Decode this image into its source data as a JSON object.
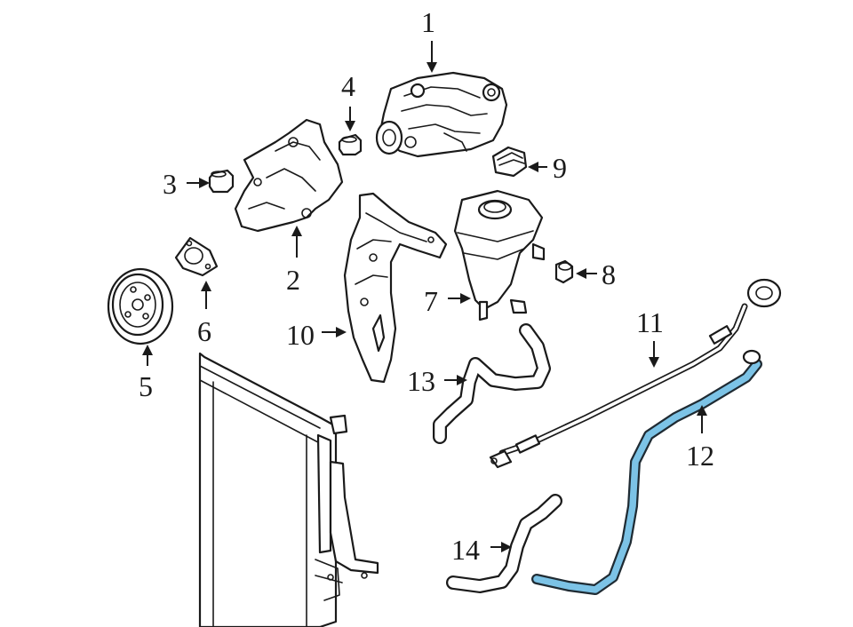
{
  "callouts": [
    {
      "id": "1",
      "label": "1"
    },
    {
      "id": "2",
      "label": "2"
    },
    {
      "id": "3",
      "label": "3"
    },
    {
      "id": "4",
      "label": "4"
    },
    {
      "id": "5",
      "label": "5"
    },
    {
      "id": "6",
      "label": "6"
    },
    {
      "id": "7",
      "label": "7"
    },
    {
      "id": "8",
      "label": "8"
    },
    {
      "id": "9",
      "label": "9"
    },
    {
      "id": "10",
      "label": "10"
    },
    {
      "id": "11",
      "label": "11"
    },
    {
      "id": "12",
      "label": "12"
    },
    {
      "id": "13",
      "label": "13"
    },
    {
      "id": "14",
      "label": "14"
    }
  ],
  "highlight": {
    "part": "12",
    "color": "#7cc3e6",
    "outline_color": "#1f2b33"
  },
  "line_color": "#1a1a1a",
  "background": "#ffffff"
}
